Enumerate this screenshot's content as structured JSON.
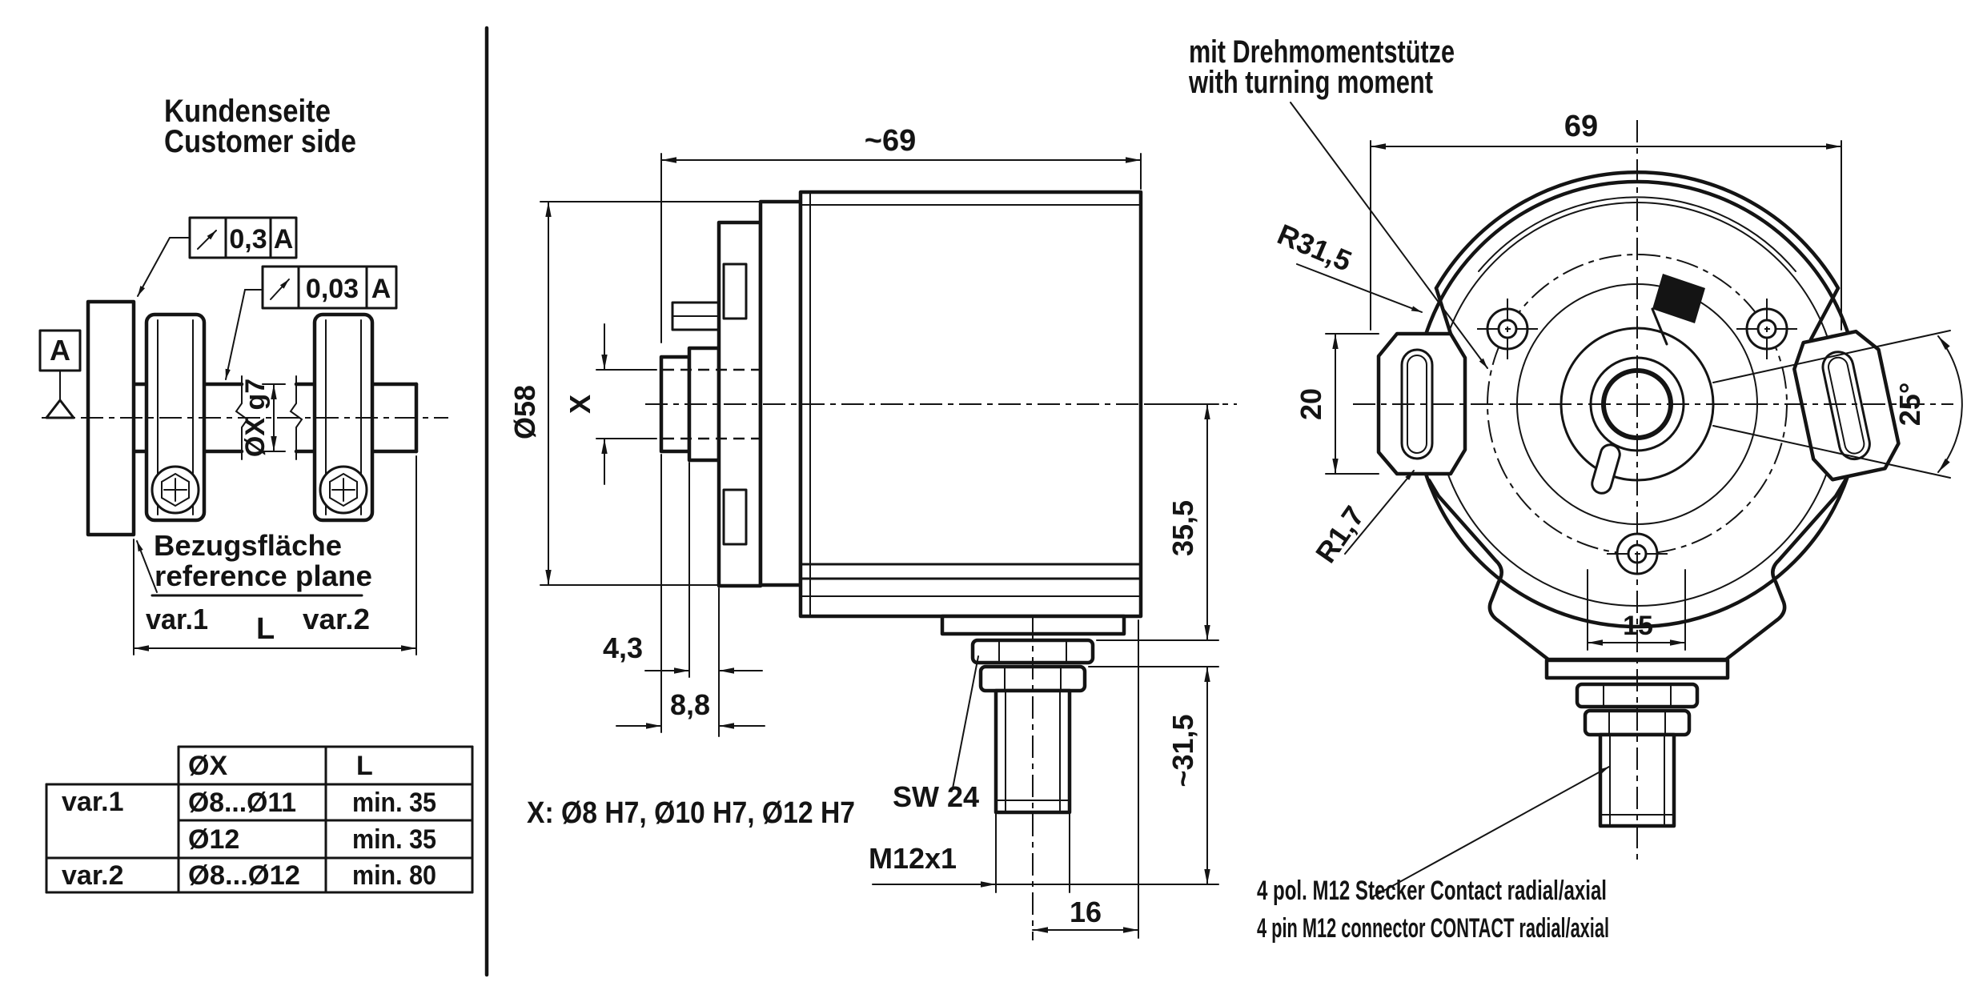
{
  "left_panel": {
    "title_line1": "Kundenseite",
    "title_line2": "Customer side",
    "frame1": {
      "value": "0,3",
      "datum": "A"
    },
    "frame2": {
      "value": "0,03",
      "datum": "A"
    },
    "datum_label": "A",
    "shaft_dim_label": "ØX g7",
    "ref_line1": "Bezugsfläche",
    "ref_line2": "reference plane",
    "var1": "var.1",
    "length_label": "L",
    "var2": "var.2"
  },
  "variant_table": {
    "header_diameter": "ØX",
    "header_length": "L",
    "rows": [
      {
        "variant": "var.1",
        "diameter": "Ø8...Ø11",
        "length": "min. 35"
      },
      {
        "variant": "",
        "diameter": "Ø12",
        "length": "min. 35"
      },
      {
        "variant": "var.2",
        "diameter": "Ø8...Ø12",
        "length": "min. 80"
      }
    ]
  },
  "bore_note": "X: Ø8 H7, Ø10 H7, Ø12 H7",
  "side_view": {
    "dim_length_total": "~69",
    "dim_body_diameter": "Ø58",
    "dim_bore": "X",
    "dim_collar_offset": "4,3",
    "dim_collar_depth": "8,8",
    "dim_axis_to_flange": "35,5",
    "dim_connector_length": "~31,5",
    "wrench_label": "SW 24",
    "thread_label": "M12x1",
    "dim_connector_offset": "16"
  },
  "front_view": {
    "note_line1": "mit Drehmomentstütze",
    "note_line2": "with turning moment",
    "dim_width": "69",
    "dim_body_radius": "R31,5",
    "dim_slot_length": "20",
    "dim_slot_radius": "R1,7",
    "dim_swing_angle": "25°",
    "dim_connector_square": "15",
    "connector_note_line1": "4 pol. M12 Stecker Contact radial/axial",
    "connector_note_line2": "4 pin M12 connector CONTACT radial/axial"
  }
}
